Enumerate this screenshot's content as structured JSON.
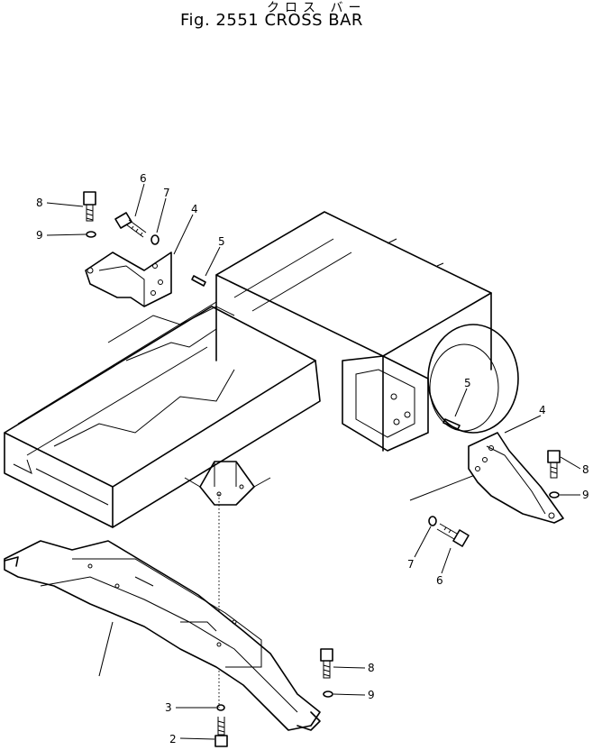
{
  "figure": {
    "title_kana": "クロス バー",
    "title": "Fig. 2551 CROSS BAR"
  },
  "callouts": {
    "c8_upper_left": "8",
    "c9_upper_left": "9",
    "c6_upper_left": "6",
    "c7_upper_left": "7",
    "c4_upper_left": "4",
    "c5_upper_left": "5",
    "c5_right": "5",
    "c4_right": "4",
    "c8_right": "8",
    "c9_right": "9",
    "c7_right": "7",
    "c6_right": "6",
    "c8_lower": "8",
    "c9_lower": "9",
    "c3_lower": "3",
    "c2_lower": "2"
  }
}
